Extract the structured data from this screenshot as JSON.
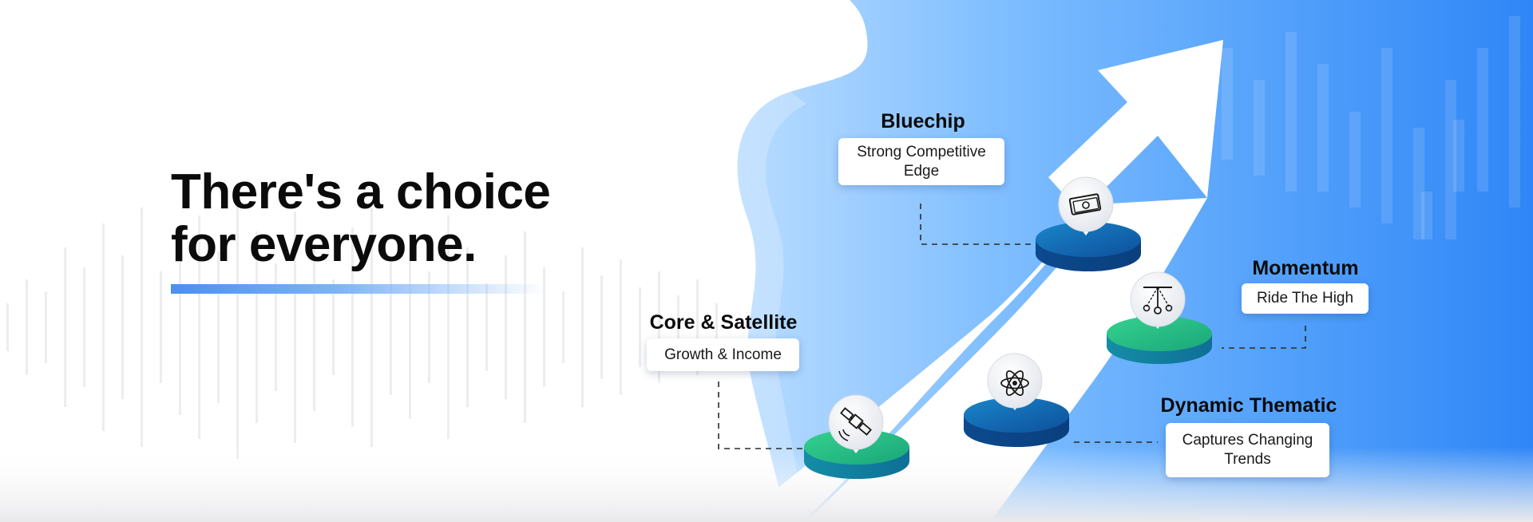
{
  "headline": {
    "line1": "There's a choice",
    "line2": "for everyone."
  },
  "strategies": [
    {
      "title": "Bluechip",
      "description": "Strong Competitive Edge",
      "icon": "banknote-icon"
    },
    {
      "title": "Momentum",
      "description": "Ride The High",
      "icon": "pendulum-icon"
    },
    {
      "title": "Core & Satellite",
      "description": "Growth & Income",
      "icon": "satellite-icon"
    },
    {
      "title": "Dynamic Thematic",
      "description": "Captures Changing Trends",
      "icon": "atom-icon"
    }
  ],
  "colors": {
    "text": "#0b0b0b",
    "accent_blue": "#3d8ff5",
    "light_blue": "#a9d2ff",
    "pedestal_blue": "#0f5ca8",
    "pedestal_green": "#2fc487"
  }
}
